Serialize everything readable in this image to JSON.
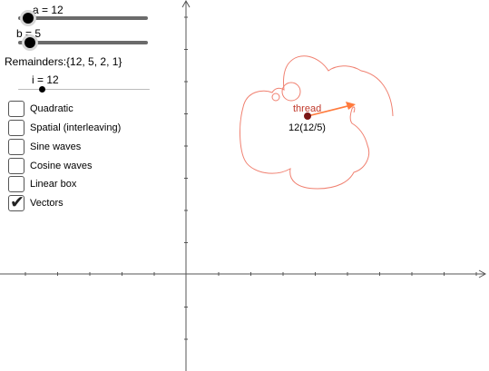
{
  "sliders": {
    "a": {
      "label": "a = 12",
      "value": 12,
      "fraction": 0.08
    },
    "b": {
      "label": "b = 5",
      "value": 5,
      "fraction": 0.09
    },
    "i": {
      "label": "i = 12",
      "value": 12,
      "fraction": 0.18
    }
  },
  "remainders_text": "Remainders:{12, 5, 2, 1}",
  "checkboxes": [
    {
      "label": "Quadratic",
      "checked": false
    },
    {
      "label": "Spatial (interleaving)",
      "checked": false
    },
    {
      "label": "Sine waves",
      "checked": false
    },
    {
      "label": "Cosine waves",
      "checked": false
    },
    {
      "label": "Linear box",
      "checked": false
    },
    {
      "label": "Vectors",
      "checked": true
    }
  ],
  "check_mark": "✔",
  "graph": {
    "point_label": "thread",
    "fraction_label": "12(12/5)",
    "curve_color": "#f08070",
    "point_color": "#7a1515",
    "point_label_color": "#c0392b",
    "vector_color": "#ff7a3c",
    "axis_color": "#555555"
  }
}
